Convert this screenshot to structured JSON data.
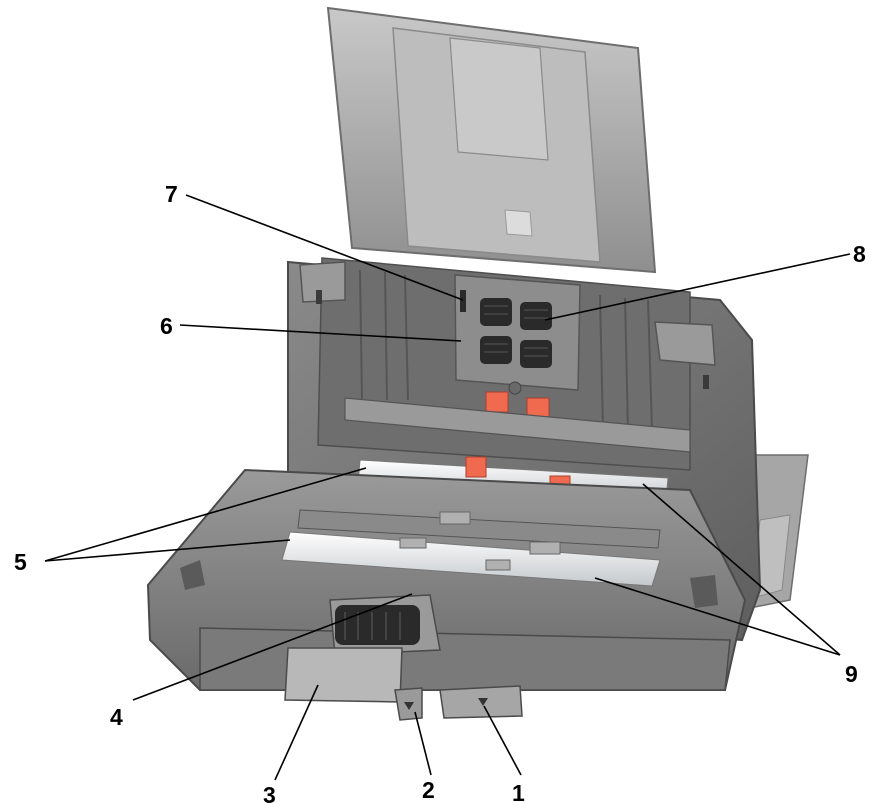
{
  "diagram": {
    "callouts": [
      {
        "id": "1",
        "label": "1"
      },
      {
        "id": "2",
        "label": "2"
      },
      {
        "id": "3",
        "label": "3"
      },
      {
        "id": "4",
        "label": "4"
      },
      {
        "id": "5",
        "label": "5"
      },
      {
        "id": "6",
        "label": "6"
      },
      {
        "id": "7",
        "label": "7"
      },
      {
        "id": "8",
        "label": "8"
      },
      {
        "id": "9",
        "label": "9"
      }
    ]
  },
  "colors": {
    "body": "#7e7e7e",
    "body_dark": "#5c5c5c",
    "body_light": "#a8a8a8",
    "tray": "#b4b4b4",
    "tray_light": "#d2d2d2",
    "roller": "#2a2a2a",
    "orange_pad": "#f06a50",
    "glass": "#e6e8ea",
    "leader": "#000000"
  }
}
